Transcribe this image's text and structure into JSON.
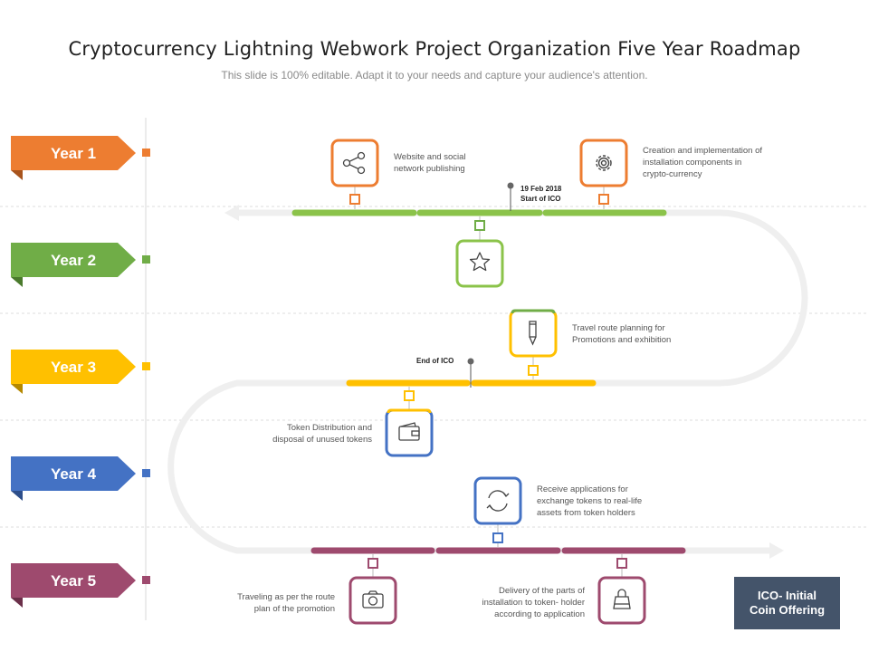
{
  "header": {
    "title": "Cryptocurrency  Lightning Webwork Project Organization Five Year Roadmap",
    "subtitle": "This slide is 100% editable. Adapt it to your needs and capture your audience's attention."
  },
  "years": [
    {
      "label": "Year 1",
      "color": "#ed7d31"
    },
    {
      "label": "Year 2",
      "color": "#70ad47"
    },
    {
      "label": "Year 3",
      "color": "#ffc000"
    },
    {
      "label": "Year 4",
      "color": "#4472c4"
    },
    {
      "label": "Year 5",
      "color": "#9e4a6e"
    }
  ],
  "milestones": [
    {
      "icon": "share-icon",
      "color": "#ed7d31",
      "text": "Website and social network publishing"
    },
    {
      "icon": "gear-icon",
      "color": "#ed7d31",
      "text": "Creation and implementation of installation components in crypto-currency"
    },
    {
      "icon": "star-icon",
      "color": "#70ad47",
      "text": ""
    },
    {
      "icon": "pencil-icon",
      "color": "#ffc000",
      "text": "Travel route planning for Promotions and exhibition"
    },
    {
      "icon": "wallet-icon",
      "color": "#4472c4",
      "text": "Token Distribution and disposal of unused tokens"
    },
    {
      "icon": "refresh-icon",
      "color": "#4472c4",
      "text": "Receive applications for exchange tokens to real-life assets from token holders"
    },
    {
      "icon": "camera-icon",
      "color": "#9e4a6e",
      "text": "Traveling as per the route plan of the promotion"
    },
    {
      "icon": "bag-icon",
      "color": "#9e4a6e",
      "text": "Delivery of the parts of installation to token- holder according to application"
    }
  ],
  "markers": {
    "start_date": "19 Feb 2018",
    "start_label": "Start of ICO",
    "end_label": "End of ICO"
  },
  "legend": {
    "line1": "ICO- Initial",
    "line2": "Coin Offering"
  }
}
